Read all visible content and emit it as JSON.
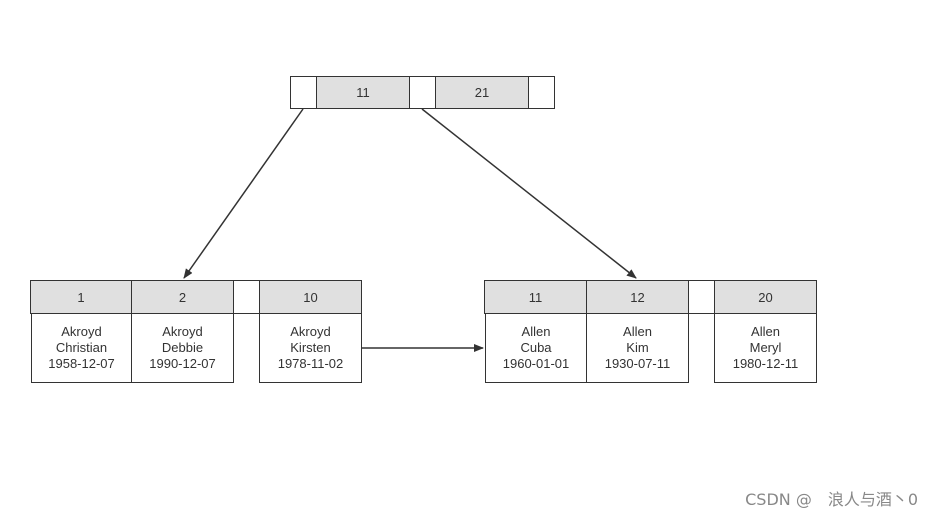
{
  "root": {
    "keys": [
      "11",
      "21"
    ]
  },
  "leaves": [
    {
      "keys": [
        "1",
        "2",
        "10"
      ],
      "records": [
        {
          "last": "Akroyd",
          "first": "Christian",
          "date": "1958-12-07"
        },
        {
          "last": "Akroyd",
          "first": "Debbie",
          "date": "1990-12-07"
        },
        {
          "last": "Akroyd",
          "first": "Kirsten",
          "date": "1978-11-02"
        }
      ]
    },
    {
      "keys": [
        "11",
        "12",
        "20"
      ],
      "records": [
        {
          "last": "Allen",
          "first": "Cuba",
          "date": "1960-01-01"
        },
        {
          "last": "Allen",
          "first": "Kim",
          "date": "1930-07-11"
        },
        {
          "last": "Allen",
          "first": "Meryl",
          "date": "1980-12-11"
        }
      ]
    }
  ],
  "watermark": "CSDN @　浪人与酒丶0"
}
